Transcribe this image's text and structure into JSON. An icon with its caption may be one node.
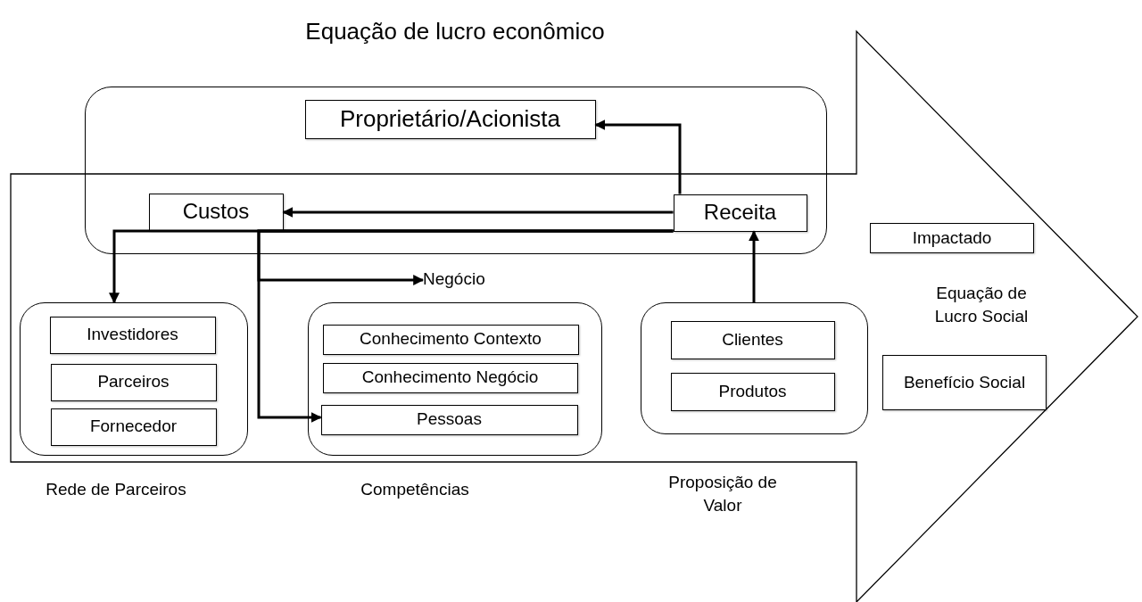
{
  "diagram": {
    "title": "Equação de lucro econômico",
    "nodes": [
      {
        "text": [],
        "shape": "box"
      },
      {
        "text": [
          "Proprietário/Acionista"
        ],
        "in": 0
      },
      {
        "text": [
          "Custos"
        ],
        "in": 0
      },
      {
        "text": [
          "Receita"
        ],
        "in": 0
      },
      {
        "text": [
          "Negócio"
        ]
      },
      {
        "text": [],
        "shape": "box",
        "beside": [
          "Rede de Parceiros"
        ]
      },
      {
        "text": [
          "Investidores"
        ],
        "in": 5
      },
      {
        "text": [
          "Parceiros"
        ],
        "in": 5
      },
      {
        "text": [
          "Fornecedor"
        ],
        "in": 5
      },
      {
        "text": [],
        "shape": "box",
        "beside": [
          "Competências"
        ]
      },
      {
        "text": [
          "Conhecimento Contexto"
        ],
        "in": 9
      },
      {
        "text": [
          "Conhecimento Negócio"
        ],
        "in": 9
      },
      {
        "text": [
          "Pessoas"
        ],
        "in": 9
      },
      {
        "text": [],
        "shape": "box",
        "beside": [
          "Proposição de Valor"
        ]
      },
      {
        "text": [
          "Clientes"
        ],
        "in": 13
      },
      {
        "text": [
          "Produtos"
        ],
        "in": 13
      },
      {
        "text": [
          "Impactado"
        ]
      },
      {
        "text": [
          "Benefício Social"
        ]
      }
    ],
    "edges": [
      {
        "from": 3,
        "to": 1,
        "arrow": "to"
      },
      {
        "from": 3,
        "to": 2,
        "arrow": "to"
      },
      {
        "from": 3,
        "to": 5,
        "arrow": "to"
      },
      {
        "from": 3,
        "to": 4,
        "arrow": "to"
      },
      {
        "from": 3,
        "to": 12,
        "arrow": "to"
      },
      {
        "from": 13,
        "to": 3,
        "arrow": "to"
      }
    ],
    "labels": [
      "Equação de Lucro Social"
    ]
  }
}
